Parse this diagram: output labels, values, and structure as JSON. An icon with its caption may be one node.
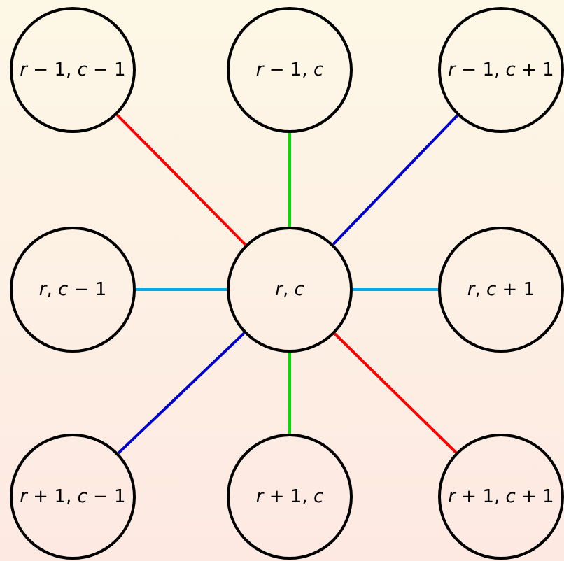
{
  "diagram": {
    "nodes": [
      {
        "text": [
          "*r* − 1, *c* − 1"
        ]
      },
      {
        "text": [
          "*r* − 1, *c*"
        ]
      },
      {
        "text": [
          "*r* − 1, *c* + 1"
        ]
      },
      {
        "text": [
          "*r*, *c* − 1"
        ]
      },
      {
        "text": [
          "*r*, *c*"
        ]
      },
      {
        "text": [
          "*r*, *c* + 1"
        ]
      },
      {
        "text": [
          "*r* + 1, *c* − 1"
        ]
      },
      {
        "text": [
          "*r* + 1, *c*"
        ]
      },
      {
        "text": [
          "*r* + 1, *c* + 1"
        ]
      }
    ],
    "edges": [
      {
        "from": 4,
        "to": 0,
        "arrow": "none",
        "color": "#ff0000"
      },
      {
        "from": 4,
        "to": 1,
        "arrow": "none",
        "color": "#00e000"
      },
      {
        "from": 4,
        "to": 2,
        "arrow": "none",
        "color": "#0000cc"
      },
      {
        "from": 4,
        "to": 3,
        "arrow": "none",
        "color": "#00aaee"
      },
      {
        "from": 4,
        "to": 5,
        "arrow": "none",
        "color": "#00aaee"
      },
      {
        "from": 4,
        "to": 6,
        "arrow": "none",
        "color": "#0000cc"
      },
      {
        "from": 4,
        "to": 7,
        "arrow": "none",
        "color": "#00e000"
      },
      {
        "from": 4,
        "to": 8,
        "arrow": "none",
        "color": "#ff0000"
      }
    ]
  }
}
